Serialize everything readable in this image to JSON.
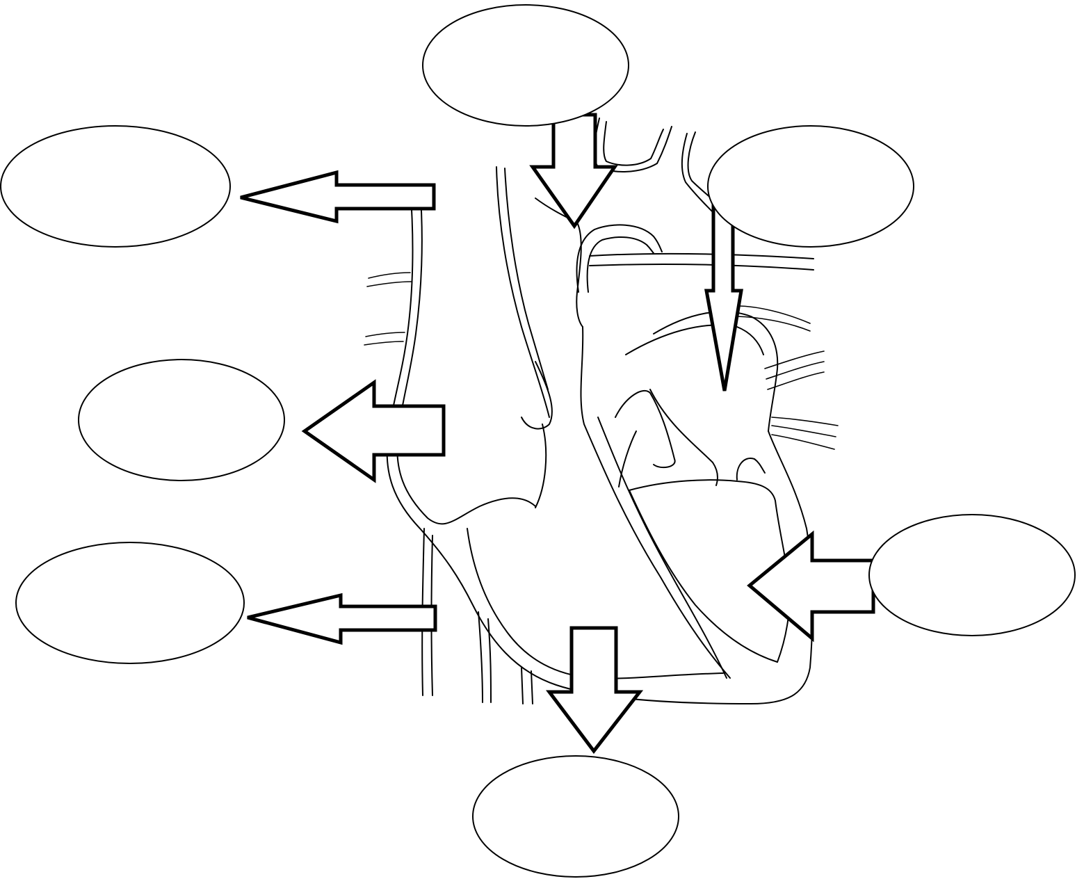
{
  "diagram": {
    "subject": "heart-outline",
    "label_count": 7,
    "labels": [
      {
        "id": "top",
        "text": ""
      },
      {
        "id": "upper-left",
        "text": ""
      },
      {
        "id": "upper-right",
        "text": ""
      },
      {
        "id": "middle-left",
        "text": ""
      },
      {
        "id": "lower-left",
        "text": ""
      },
      {
        "id": "right",
        "text": ""
      },
      {
        "id": "bottom",
        "text": ""
      }
    ]
  }
}
